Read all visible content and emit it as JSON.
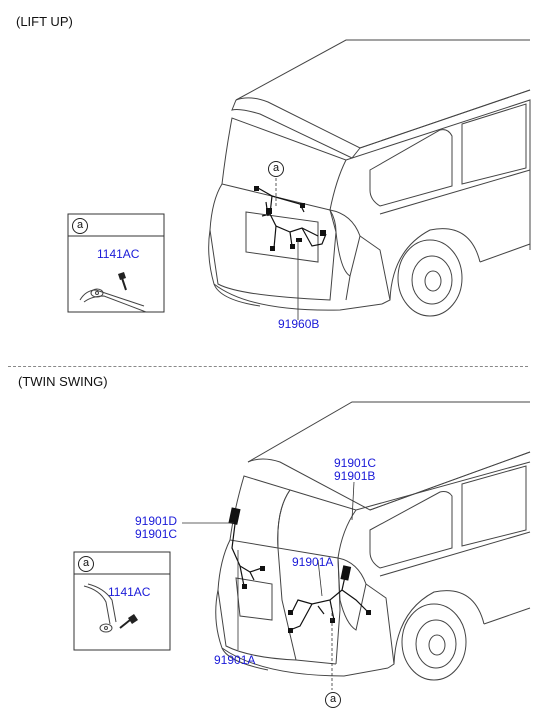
{
  "sections": [
    {
      "title": "(LIFT UP)",
      "callout_marker": "a",
      "detail_box_marker": "a",
      "detail_part": "1141AC",
      "parts": [
        "91960B"
      ]
    },
    {
      "title": "(TWIN SWING)",
      "callout_marker": "a",
      "detail_box_marker": "a",
      "detail_part": "1141AC",
      "parts": [
        "91901C",
        "91901B",
        "91901D",
        "91901C",
        "91901A",
        "91901A"
      ]
    }
  ]
}
